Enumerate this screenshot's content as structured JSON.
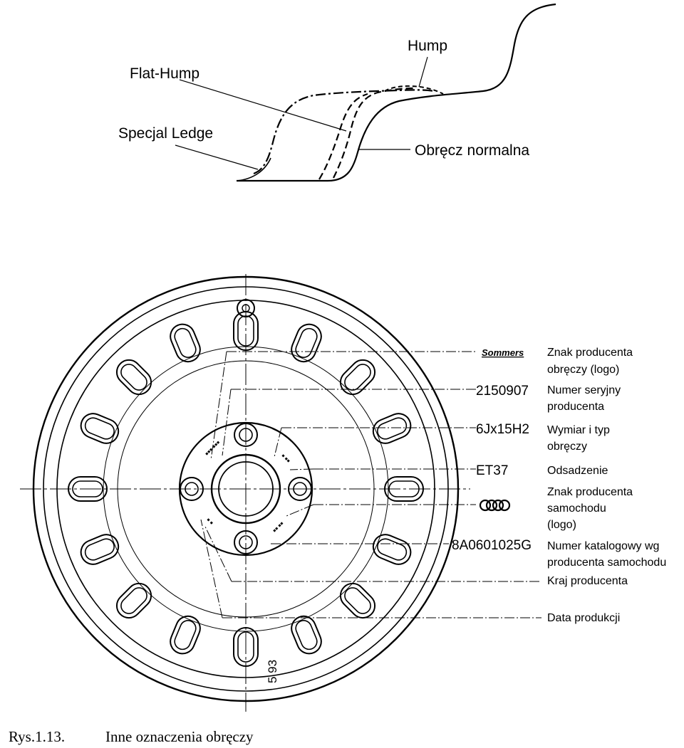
{
  "profile": {
    "hump_label": "Hump",
    "flat_hump_label": "Flat-Hump",
    "special_ledge_label": "Specjal Ledge",
    "normal_rim_label": "Obręcz normalna"
  },
  "markings": [
    {
      "code": "",
      "code_logo": "Sommers",
      "description_line1": "Znak producenta",
      "description_line2": "obręczy (logo)",
      "description_line3": ""
    },
    {
      "code": "2150907",
      "description_line1": "Numer seryjny",
      "description_line2": "producenta",
      "description_line3": ""
    },
    {
      "code": "6Jx15H2",
      "description_line1": "Wymiar i typ",
      "description_line2": "obręczy",
      "description_line3": ""
    },
    {
      "code": "ET37",
      "description_line1": "Odsadzenie",
      "description_line2": "",
      "description_line3": ""
    },
    {
      "code": "",
      "code_logo": "audi-rings-logo",
      "description_line1": "Znak producenta",
      "description_line2": "samochodu",
      "description_line3": "(logo)"
    },
    {
      "code": "8A0601025G",
      "description_line1": "Numer katalogowy wg",
      "description_line2": "producenta samochodu",
      "description_line3": ""
    },
    {
      "code": "",
      "description_line1": "Kraj producenta",
      "description_line2": "",
      "description_line3": ""
    },
    {
      "code": "",
      "description_line1": "Data produkcji",
      "description_line2": "",
      "description_line3": ""
    }
  ],
  "wheel": {
    "rim_stamp": "5 93"
  },
  "caption": {
    "number": "Rys.1.13.",
    "text": "Inne oznaczenia obręczy"
  }
}
